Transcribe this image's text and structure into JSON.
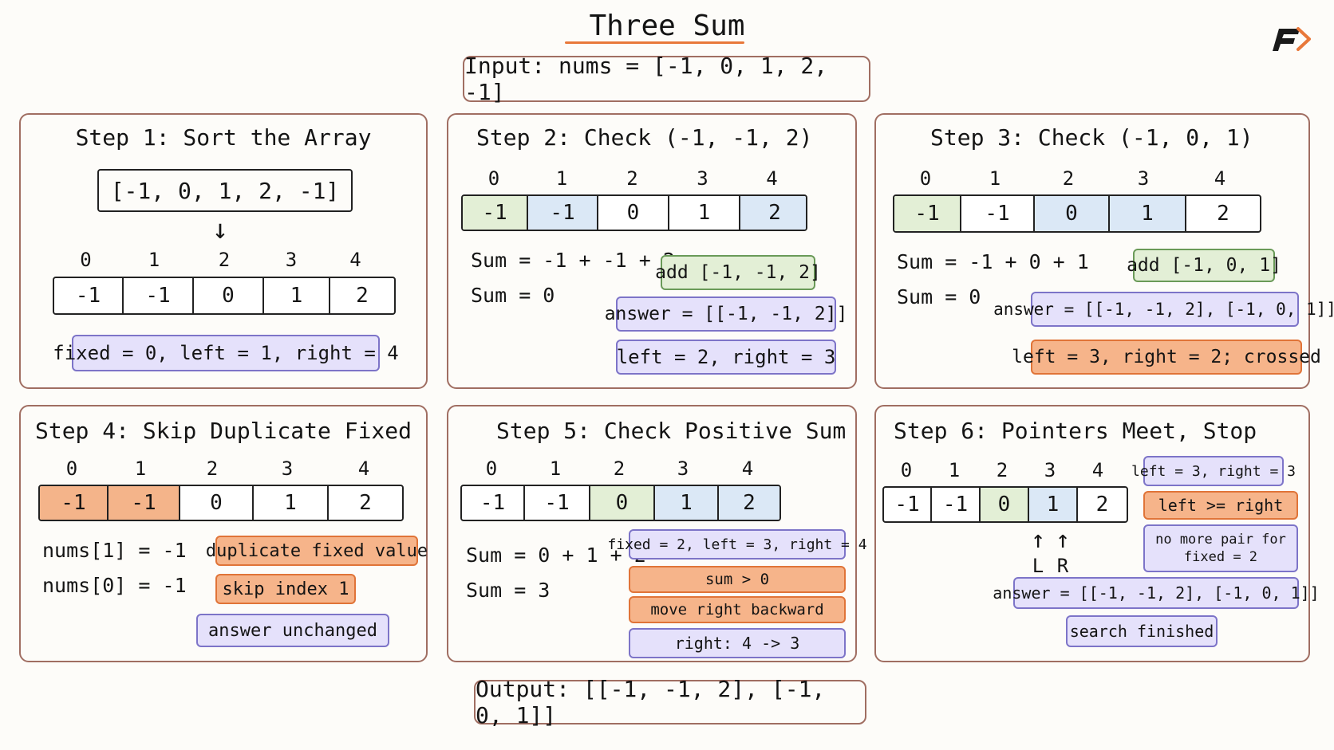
{
  "title": "Three Sum",
  "input": "Input: nums = [-1, 0, 1, 2, -1]",
  "output": "Output: [[-1, -1, 2], [-1, 0, 1]]",
  "indices": [
    "0",
    "1",
    "2",
    "3",
    "4"
  ],
  "step1": {
    "title": "Step 1: Sort the Array",
    "original": "[-1, 0, 1, 2, -1]",
    "arrow": "↓",
    "cells": [
      "-1",
      "-1",
      "0",
      "1",
      "2"
    ],
    "tag": "fixed = 0, left = 1, right = 4"
  },
  "step2": {
    "title": "Step 2: Check (-1, -1, 2)",
    "cells": [
      "-1",
      "-1",
      "0",
      "1",
      "2"
    ],
    "sum_expr": "Sum = -1 + -1 + 2",
    "sum_val": "Sum = 0",
    "tag_add": "add [-1, -1, 2]",
    "tag_answer": "answer = [[-1, -1, 2]]",
    "tag_ptr": "left = 2, right = 3"
  },
  "step3": {
    "title": "Step 3: Check (-1, 0, 1)",
    "cells": [
      "-1",
      "-1",
      "0",
      "1",
      "2"
    ],
    "sum_expr": "Sum = -1 + 0 + 1",
    "sum_val": "Sum = 0",
    "tag_add": "add [-1, 0, 1]",
    "tag_answer": "answer = [[-1, -1, 2], [-1, 0, 1]]",
    "tag_ptr": "left = 3, right = 2; crossed"
  },
  "step4": {
    "title": "Step 4: Skip Duplicate Fixed",
    "cells": [
      "-1",
      "-1",
      "0",
      "1",
      "2"
    ],
    "line1": "nums[1] = -1",
    "line2": "nums[0] = -1",
    "tag_dup": "duplicate fixed value",
    "tag_skip": "skip index 1",
    "tag_unchanged": "answer unchanged"
  },
  "step5": {
    "title": "Step 5: Check Positive Sum",
    "cells": [
      "-1",
      "-1",
      "0",
      "1",
      "2"
    ],
    "sum_expr": "Sum = 0 + 1 + 2",
    "sum_val": "Sum = 3",
    "tag_state": "fixed = 2, left = 3, right = 4",
    "tag_gt": "sum > 0",
    "tag_move": "move right backward",
    "tag_right": "right: 4 -> 3"
  },
  "step6": {
    "title": "Step 6: Pointers Meet, Stop",
    "cells": [
      "-1",
      "-1",
      "0",
      "1",
      "2"
    ],
    "arrow_l": "↑",
    "arrow_r": "↑",
    "label_l": "L",
    "label_r": "R",
    "tag_state": "left = 3, right = 3",
    "tag_cond": "left >= right",
    "tag_nomore": "no more pair for\nfixed = 2",
    "tag_answer": "answer = [[-1, -1, 2], [-1, 0, 1]]",
    "tag_done": "search finished"
  },
  "colors": {
    "accent_orange": "#e8783a",
    "frame_brown": "#a06e62",
    "fixed_green": "#e3efd6",
    "pointer_blue": "#dbe8f6",
    "duplicate_orange": "#f4b48a",
    "tag_purple": "#e5e1fb"
  },
  "icons": {
    "logo": "brand-logo-icon"
  }
}
